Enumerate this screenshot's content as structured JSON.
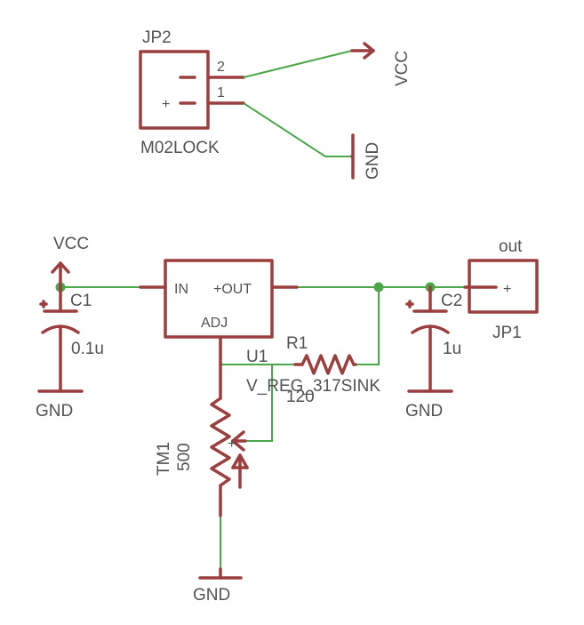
{
  "colors": {
    "part": "#9c3e3e",
    "wire": "#4aa84a",
    "text": "#525252",
    "background": "#ffffff"
  },
  "jp2": {
    "name": "JP2",
    "value": "M02LOCK",
    "pin2": "2",
    "pin1": "1",
    "plus": "+",
    "vcc": "VCC",
    "gnd": "GND"
  },
  "power": {
    "vcc": "VCC",
    "gnd_c1": "GND",
    "gnd_c2": "GND",
    "gnd_tm1": "GND"
  },
  "c1": {
    "name": "C1",
    "value": "0.1u"
  },
  "c2": {
    "name": "C2",
    "value": "1u"
  },
  "u1": {
    "name": "U1",
    "value": "V_REG_317SINK",
    "pin_in": "IN",
    "pin_out": "+OUT",
    "pin_adj": "ADJ"
  },
  "r1": {
    "name": "R1",
    "value": "120"
  },
  "tm1": {
    "name": "TM1",
    "value": "500",
    "plus": "+"
  },
  "jp1": {
    "name": "JP1",
    "net": "out",
    "plus": "+"
  }
}
